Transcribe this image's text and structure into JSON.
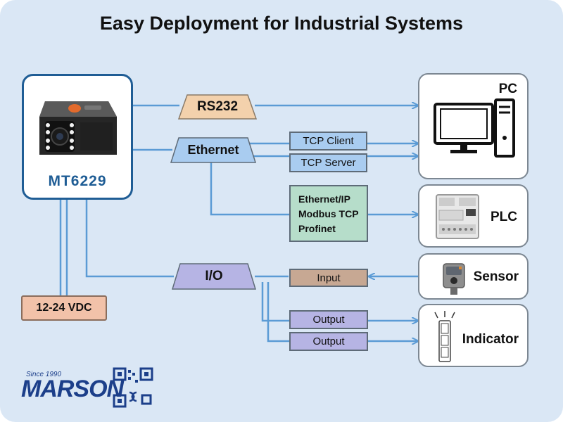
{
  "title": "Easy Deployment for Industrial Systems",
  "device": {
    "name": "MT6229",
    "power": "12-24 VDC"
  },
  "channels": {
    "rs232": "RS232",
    "ethernet": "Ethernet",
    "io": "I/O"
  },
  "protocols": {
    "tcp_client": "TCP Client",
    "tcp_server": "TCP Server",
    "industrial": [
      "Ethernet/IP",
      "Modbus TCP",
      "Profinet"
    ],
    "input": "Input",
    "output_1": "Output",
    "output_2": "Output"
  },
  "targets": {
    "pc": "PC",
    "plc": "PLC",
    "sensor": "Sensor",
    "indicator": "Indicator"
  },
  "brand": {
    "name": "MARSON",
    "since": "Since 1990"
  },
  "colors": {
    "background": "#dae7f5",
    "line": "#5b9bd5",
    "device_border": "#1f5d95",
    "rs232": "#f3d1ac",
    "ethernet": "#a9ccf0",
    "io": "#b6b4e4",
    "industrial": "#b6ddca",
    "input": "#c7a893",
    "power": "#f2c2a9",
    "brand": "#1c3f8a"
  },
  "icons": [
    "barcode-scanner-icon",
    "pc-icon",
    "plc-icon",
    "sensor-icon",
    "indicator-light-icon",
    "qr-code-icon"
  ]
}
